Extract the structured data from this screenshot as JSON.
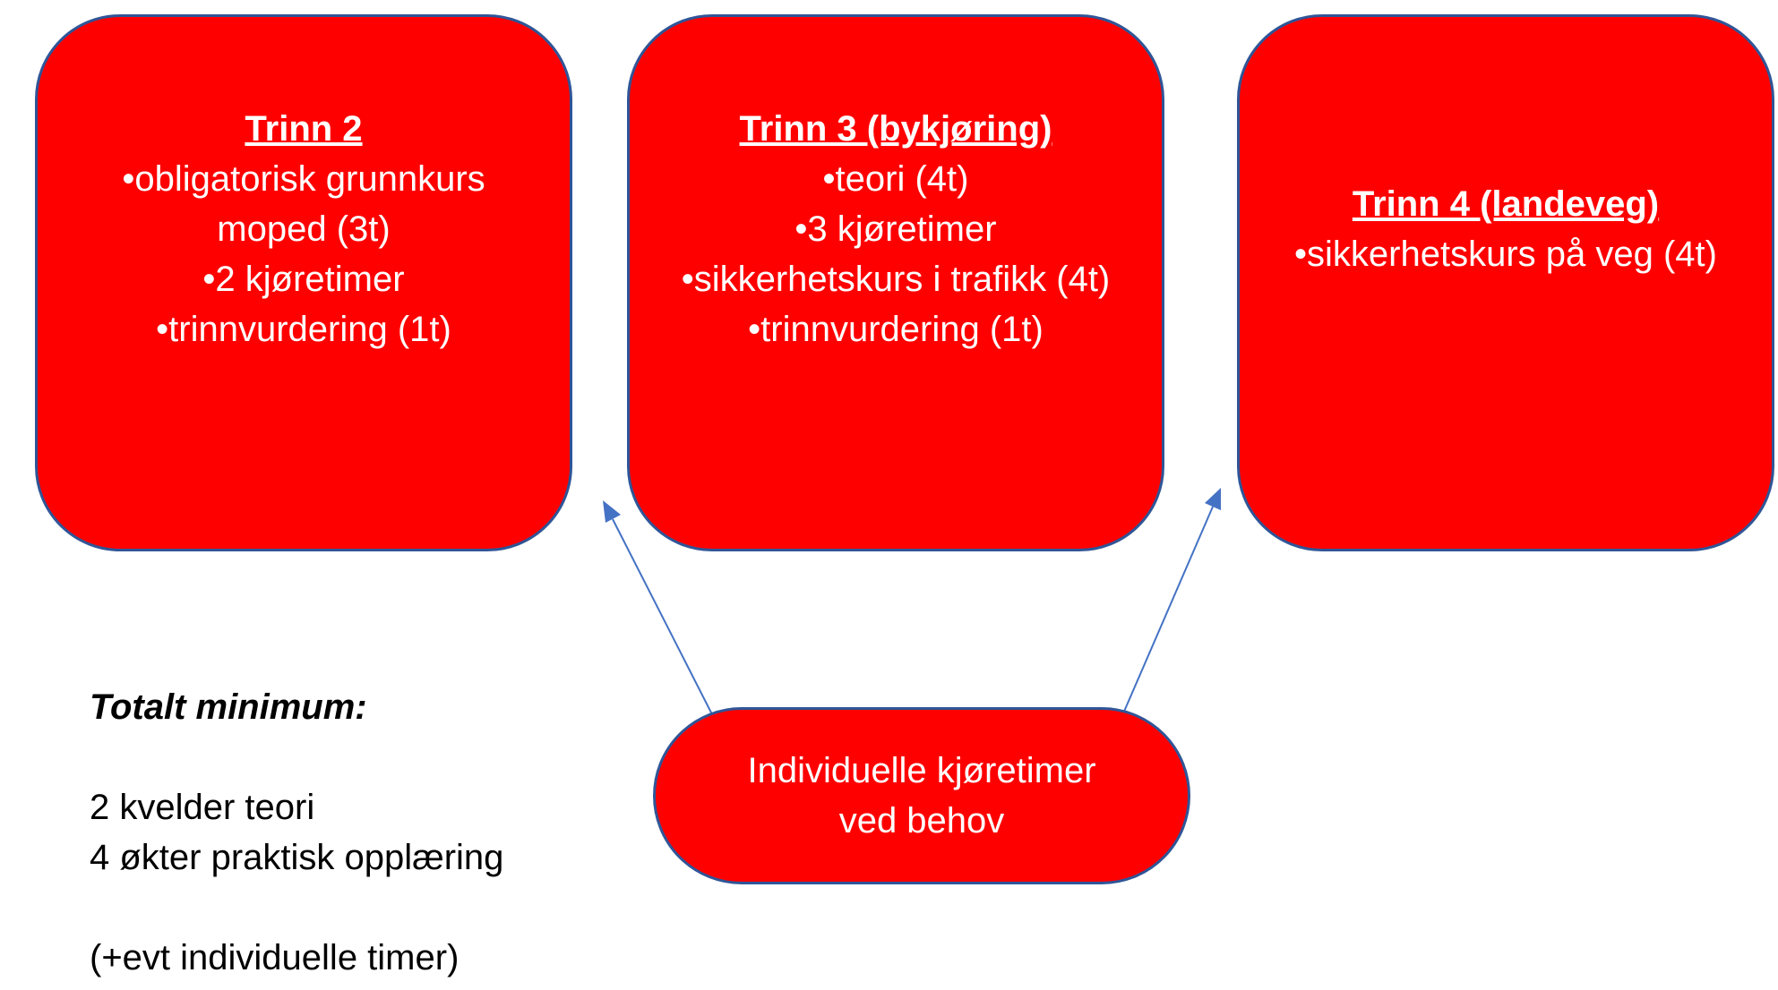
{
  "colors": {
    "box_fill": "#ff0000",
    "box_border": "#2f5597",
    "arrow": "#4472c4",
    "box_text": "#ffffff"
  },
  "steps": [
    {
      "title": "Trinn 2",
      "items": [
        "•obligatorisk grunnkurs moped (3t)",
        "•2 kjøretimer",
        "•trinnvurdering (1t)"
      ]
    },
    {
      "title": "Trinn 3 (bykjøring)",
      "items": [
        "•teori (4t)",
        "•3 kjøretimer",
        "•sikkerhetskurs i trafikk (4t)",
        "•trinnvurdering (1t)"
      ]
    },
    {
      "title": "Trinn 4 (landeveg)",
      "items": [
        "•sikkerhetskurs på veg (4t)"
      ]
    }
  ],
  "individual": {
    "text": "Individuelle kjøretimer ved behov"
  },
  "summary": {
    "title": "Totalt minimum:",
    "lines": [
      "2 kvelder teori",
      "4 økter praktisk opplæring"
    ],
    "note": "(+evt individuelle timer)"
  }
}
